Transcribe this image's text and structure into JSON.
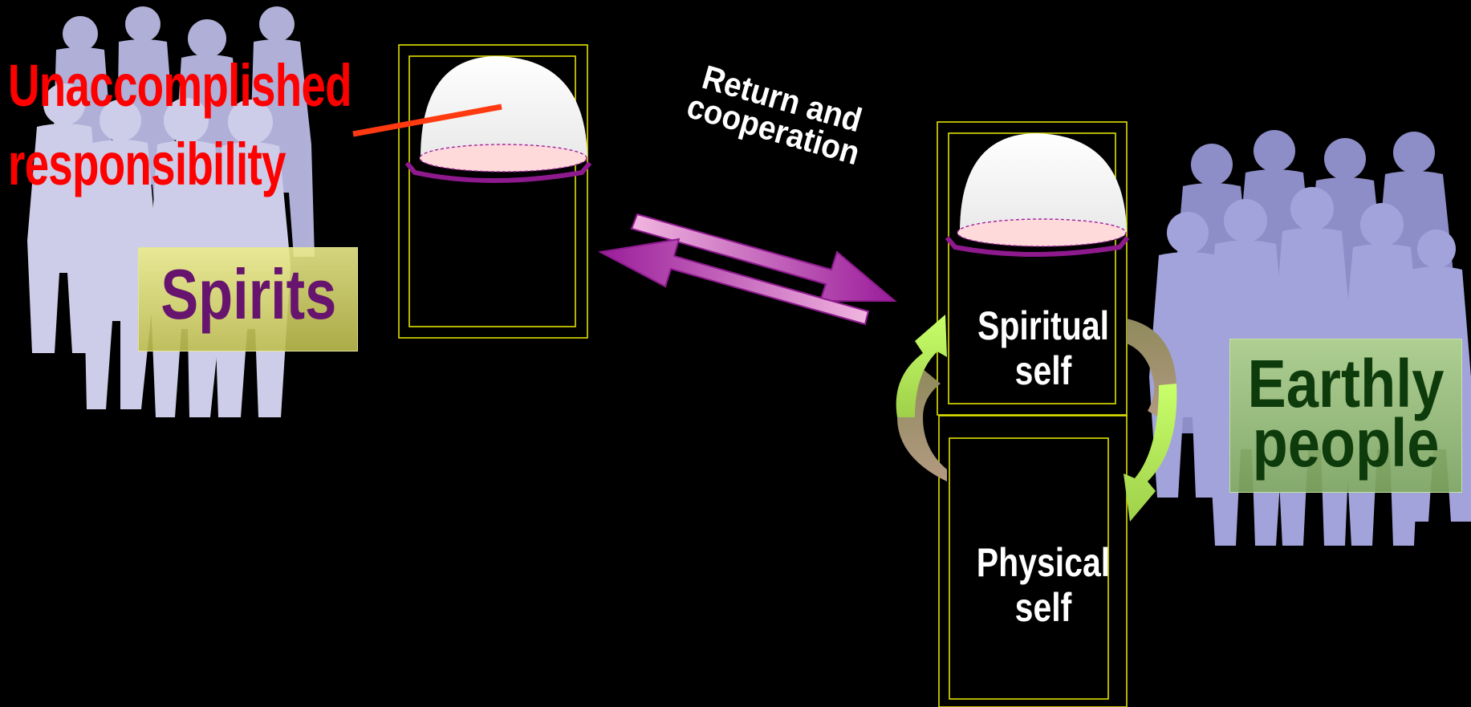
{
  "labels": {
    "unaccomplished": "Unaccomplished responsibility",
    "spirits": "Spirits",
    "return_cooperation": "Return and cooperation",
    "spiritual_self": "Spiritual self",
    "physical_self": "Physical self",
    "earthly_people": "Earthly people"
  },
  "colors": {
    "background": "#000000",
    "unaccomplished_text": "#ff0000",
    "spirits_text": "#66146e",
    "spirits_box": "#d8d88a",
    "earthly_text": "#0e3b0c",
    "earthly_box": "#a9c98c",
    "silhouette": "#b4b4e6",
    "frame_lines": "#e0e000",
    "dome": "#f7f7f7",
    "dome_base": "#ffd9dd",
    "purple_arrow": "#a62aa6",
    "green_arrow": "#b6f05a",
    "brown_arrow": "#a3906c"
  },
  "icons": {
    "spirits_group": "people-silhouette-icon",
    "earthly_group": "people-silhouette-icon",
    "head_dome": "dome-head-icon",
    "exchange_arrows": "double-arrow-icon",
    "cycle_arrows": "circular-arrows-icon"
  }
}
